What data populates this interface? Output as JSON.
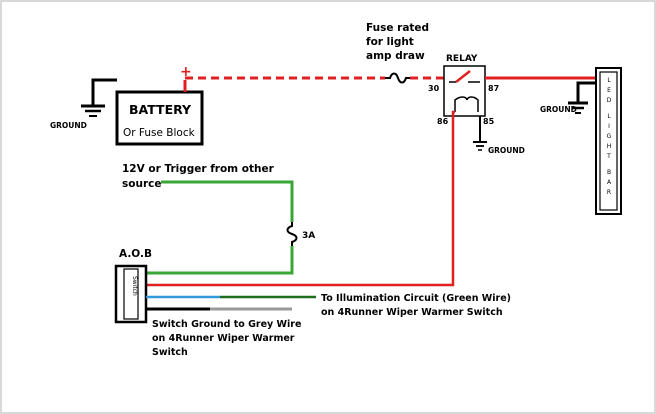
{
  "battery": {
    "title": "BATTERY",
    "subtitle": "Or Fuse Block",
    "positive": "+"
  },
  "ground_labels": {
    "battery": "GROUND",
    "relay": "GROUND",
    "light_bar": "GROUND"
  },
  "fuse_note": [
    "Fuse rated",
    "for light",
    "amp draw"
  ],
  "relay": {
    "title": "RELAY",
    "pins": {
      "p30": "30",
      "p87": "87",
      "p86": "86",
      "p85": "85"
    }
  },
  "light_bar": {
    "letters": [
      "L",
      "E",
      "D",
      "L",
      "I",
      "G",
      "H",
      "T",
      "B",
      "A",
      "R"
    ]
  },
  "trigger_note": [
    "12V or Trigger from other",
    "source"
  ],
  "fuse_3a": "3A",
  "aob": {
    "title": "A.O.B",
    "switch_text": "Switch"
  },
  "illumination_note": [
    "To Illumination Circuit (Green Wire)",
    "on 4Runner Wiper Warmer Switch"
  ],
  "switch_ground_note": [
    "Switch Ground to Grey Wire",
    "on 4Runner Wiper Warmer",
    "Switch"
  ],
  "colors": {
    "red_wire": "#e02020",
    "green_wire": "#3aa635",
    "blue_wire": "#3399dd",
    "dark_green_wire": "#1f6e1f",
    "grey_wire": "#9a9a9a",
    "black": "#000000",
    "border": "#cccccc"
  }
}
